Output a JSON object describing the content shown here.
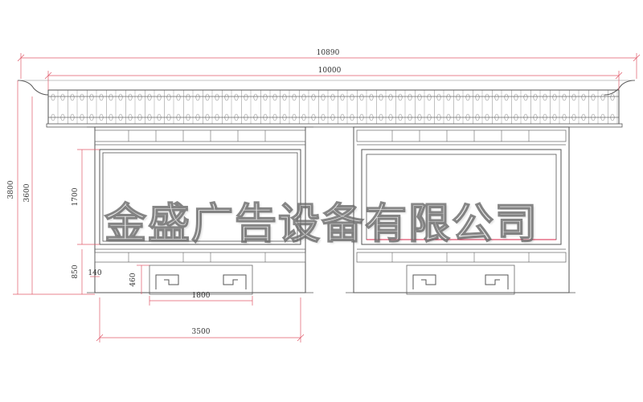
{
  "watermark": "金盛广告设备有限公司",
  "dimensions": {
    "total_width": "10890",
    "roof_width": "10000",
    "total_height": "3800",
    "eave_height": "3600",
    "panel_height": "1700",
    "base_height": "850",
    "post_width": "140",
    "ornament_height": "460",
    "ornament_width": "1800",
    "bay_width": "3500"
  },
  "colors": {
    "line": "#5a5a5a",
    "dimension": "#e05a6a",
    "highlight": "#d8264a"
  }
}
